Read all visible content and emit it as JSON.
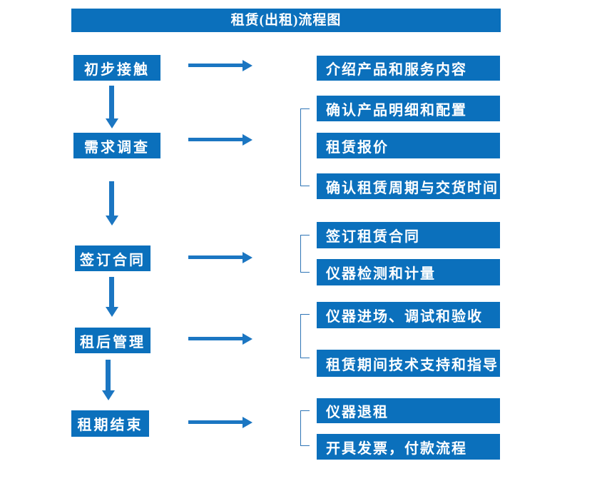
{
  "title": "租赁(出租)流程图",
  "left_steps": [
    "初步接触",
    "需求调查",
    "签订合同",
    "租后管理",
    "租期结束"
  ],
  "right_details": [
    "介绍产品和服务内容",
    "确认产品明细和配置",
    "租赁报价",
    "确认租赁周期与交货时间",
    "签订租赁合同",
    "仪器检测和计量",
    "仪器进场、调试和验收",
    "租赁期间技术支持和指导",
    "仪器退租",
    "开具发票，付款流程"
  ],
  "colors": {
    "box_blue": "#0b70bc",
    "arrow_blue": "#1b76c2",
    "bracket_blue": "#2e75b6",
    "text_white": "#ffffff"
  }
}
